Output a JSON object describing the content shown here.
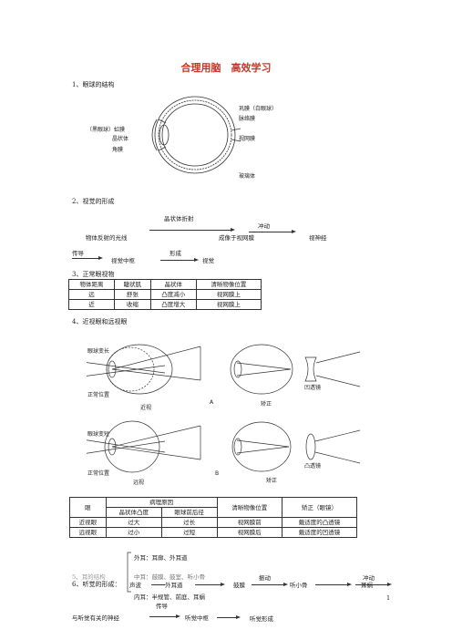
{
  "title": "合理用脑　高效学习",
  "s1": {
    "heading": "1、眼球的结构",
    "labels": {
      "gongmo": "巩膜（白眼球）",
      "maiyuan": "脉络膜",
      "hongmo": "（黑眼球）虹膜",
      "jingzhuangti": "晶状体",
      "jiaomo": "角膜",
      "shiwangmo": "视网膜",
      "boliti": "玻璃体"
    }
  },
  "s2": {
    "heading": "2、视觉的形成",
    "refract": "晶状体折射",
    "light": "物体反射的光线",
    "image": "成像于视网膜",
    "impulse": "冲动",
    "nerve": "视神经",
    "conduct": "传导",
    "center": "视觉中枢",
    "form": "形成",
    "vision": "视觉"
  },
  "s3": {
    "heading": "3、正常眼视物",
    "headers": [
      "物体距离",
      "睫状肌",
      "晶状体",
      "清晰物像位置"
    ],
    "rows": [
      [
        "远",
        "舒张",
        "凸度减小",
        "视网膜上"
      ],
      [
        "近",
        "收缩",
        "凸度增大",
        "视网膜上"
      ]
    ]
  },
  "s4": {
    "heading": "4、近视眼和远视眼",
    "fig": {
      "a_top": "眼球变长",
      "a_pos": "正常位置",
      "a_cap": "近视",
      "a_letter": "A",
      "a_fix": "矫正",
      "a_lens": "凹透镜",
      "b_top": "眼球变短",
      "b_pos": "正常位置",
      "b_cap": "远视",
      "b_letter": "B",
      "b_fix": "矫正",
      "b_lens": "凸透镜"
    },
    "table": {
      "eye": "眼",
      "cause": "病理原因",
      "cause_a": "晶状体凸度",
      "cause_b": "眼球前后径",
      "pos": "清晰物像位置",
      "fix": "矫正（眼镜）",
      "rows": [
        [
          "近视眼",
          "过大",
          "过长",
          "视网膜前",
          "戴适度的凸透镜"
        ],
        [
          "远视眼",
          "过小",
          "过短",
          "视网膜后",
          "戴适度的凹透镜"
        ]
      ]
    }
  },
  "s5": {
    "outer": "外耳：耳廓、外耳道",
    "middle": "中耳：鼓膜、鼓室、听小骨",
    "inner": "内耳：半规管、前庭、耳蜗",
    "prefix": "5、耳的结构"
  },
  "s6": {
    "heading": "6、听觉的形成：",
    "wave": "声波",
    "canal": "外耳道",
    "eardrum": "鼓膜",
    "vibrate": "振动",
    "ossicle": "听小骨",
    "cochlea": "耳蜗",
    "impulse": "冲动",
    "conduct": "传导",
    "nerve": "与听觉有关的神经",
    "center": "听觉中枢",
    "form": "听觉形成"
  },
  "page_number": "1"
}
